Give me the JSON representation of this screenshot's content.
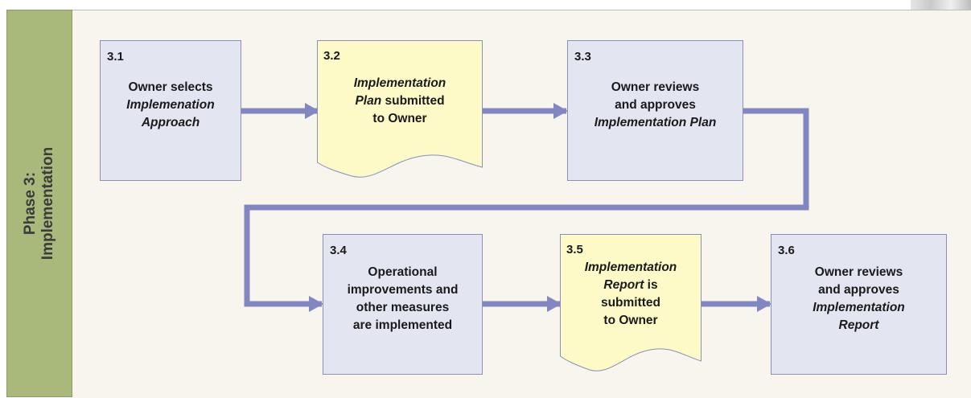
{
  "phase": {
    "line1": "Phase 3:",
    "line2": "Implementation"
  },
  "steps": [
    {
      "id": "3.1",
      "lines": [
        [
          "Owner selects",
          ""
        ],
        [
          "Implemenation",
          "i"
        ],
        [
          "Approach",
          "i"
        ]
      ]
    },
    {
      "id": "3.2",
      "lines": [
        [
          "Implementation",
          "i"
        ],
        [
          "Plan",
          "i",
          " submitted"
        ],
        [
          "to Owner",
          ""
        ]
      ]
    },
    {
      "id": "3.3",
      "lines": [
        [
          "Owner reviews",
          ""
        ],
        [
          "and approves",
          ""
        ],
        [
          "Implementation Plan",
          "i"
        ]
      ]
    },
    {
      "id": "3.4",
      "lines": [
        [
          "Operational",
          ""
        ],
        [
          "improvements and",
          ""
        ],
        [
          "other measures",
          ""
        ],
        [
          "are implemented",
          ""
        ]
      ]
    },
    {
      "id": "3.5",
      "lines": [
        [
          "Implementation",
          "i"
        ],
        [
          "Report",
          "i",
          " is"
        ],
        [
          "submitted",
          ""
        ],
        [
          "to Owner",
          ""
        ]
      ]
    },
    {
      "id": "3.6",
      "lines": [
        [
          "Owner reviews",
          ""
        ],
        [
          "and approves",
          ""
        ],
        [
          "Implementation",
          "i"
        ],
        [
          "Report",
          "i"
        ]
      ]
    }
  ],
  "colors": {
    "process_fill": "#e3e5f1",
    "document_fill": "#fdfac8",
    "arrow": "#8287c2",
    "phase_bar": "#a9b97c"
  }
}
